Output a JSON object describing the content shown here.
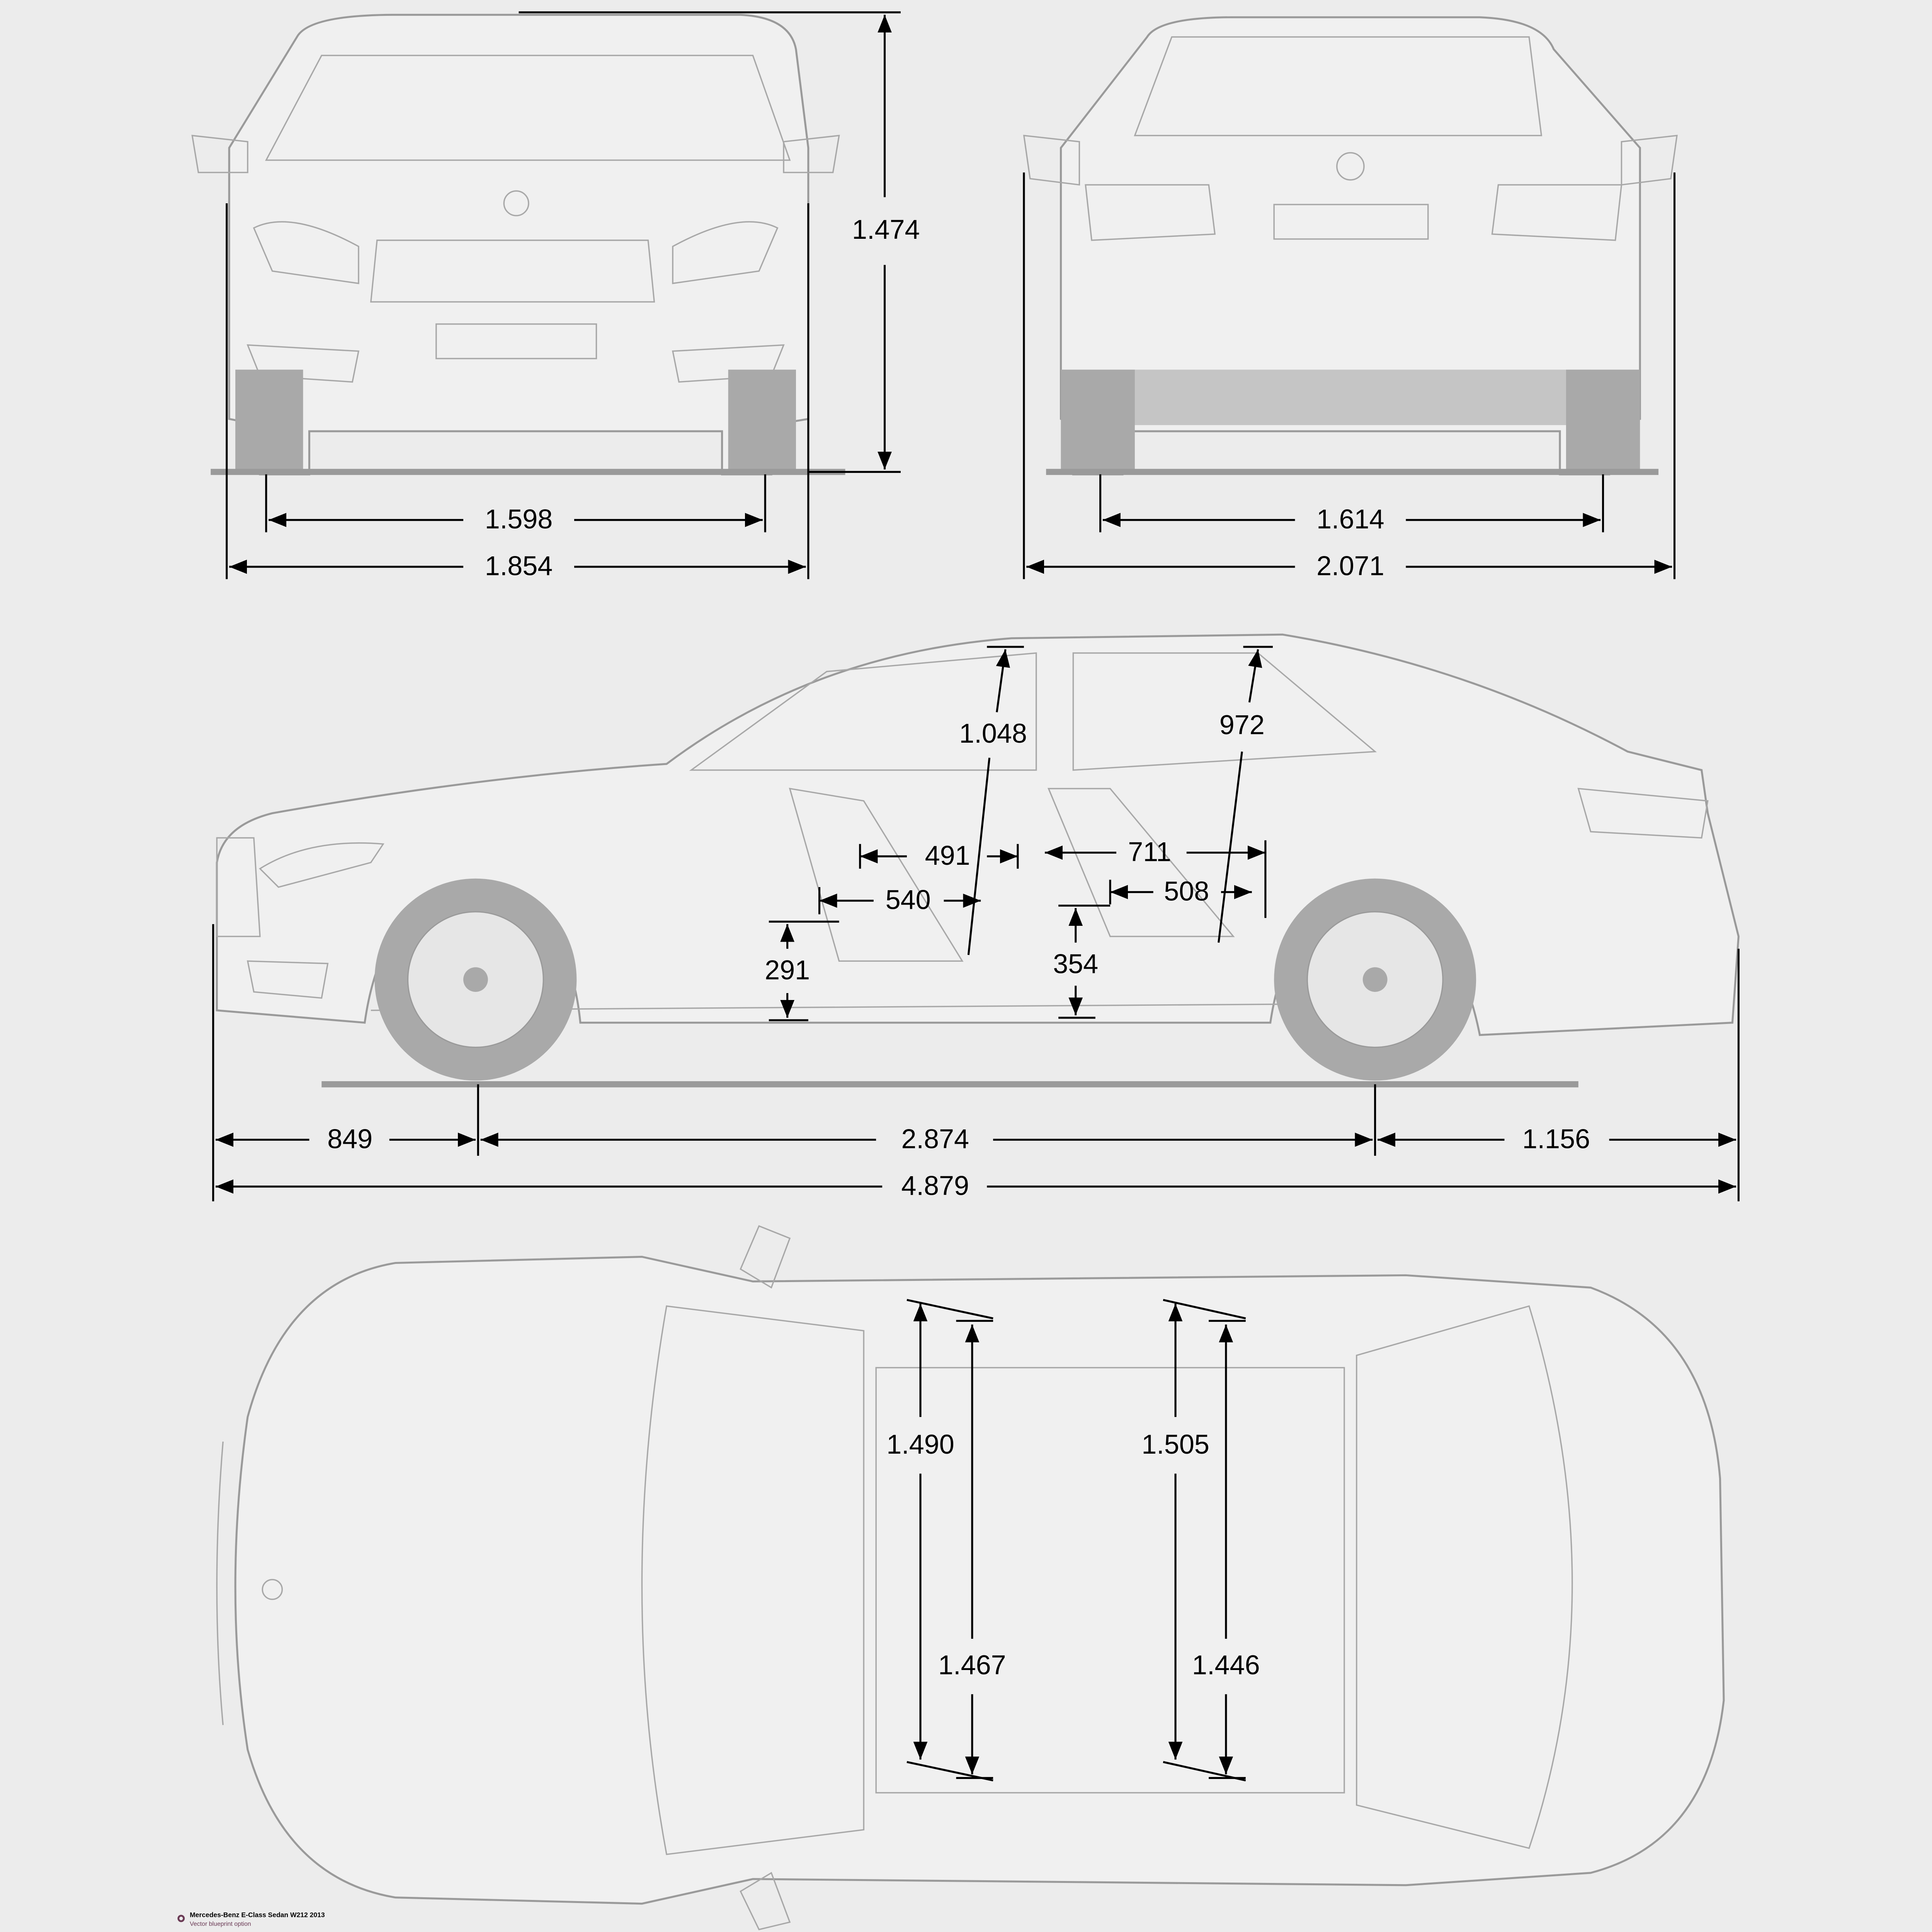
{
  "caption": {
    "title": "Mercedes-Benz E-Class Sedan W212 2013",
    "subtitle": "Vector blueprint option"
  },
  "front_view": {
    "height": "1.474",
    "front_track": "1.598",
    "width": "1.854"
  },
  "rear_view": {
    "rear_track": "1.614",
    "width_mirrors": "2.071"
  },
  "side_view": {
    "front_overhang": "849",
    "wheelbase": "2.874",
    "rear_overhang": "1.156",
    "length": "4.879",
    "front_headroom": "1.048",
    "rear_headroom": "972",
    "front_seat_depth": "491",
    "rear_legroom": "711",
    "front_cushion": "540",
    "rear_cushion": "508",
    "front_seat_height": "291",
    "rear_seat_height": "354"
  },
  "top_view": {
    "front_shoulder": "1.490",
    "rear_shoulder": "1.505",
    "front_hip": "1.467",
    "rear_hip": "1.446"
  },
  "colors": {
    "background": "#ececec",
    "outline": "#9a9a9a",
    "accent": "#6a3a55"
  }
}
